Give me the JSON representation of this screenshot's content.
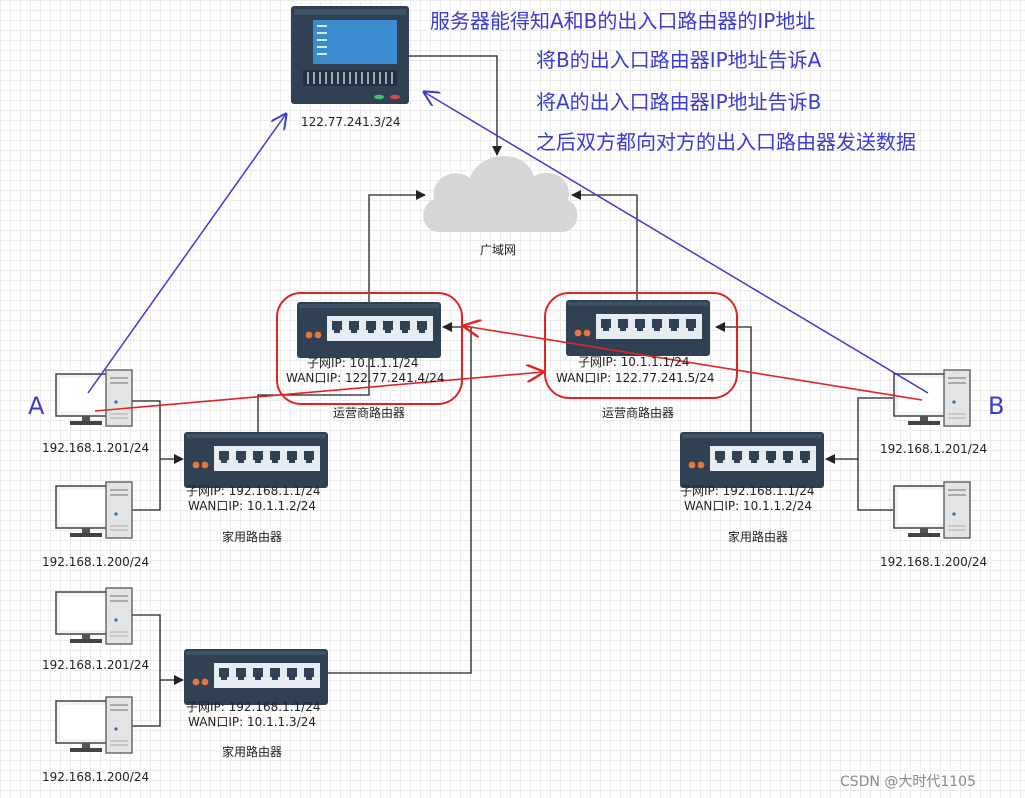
{
  "annotations": [
    "服务器能得知A和B的出入口路由器的IP地址",
    "将B的出入口路由器IP地址告诉A",
    "将A的出入口路由器IP地址告诉B",
    "之后双方都向对方的出入口路由器发送数据"
  ],
  "server": {
    "ip": "122.77.241.3/24"
  },
  "cloud": {
    "label": "广域网"
  },
  "isp_left": {
    "subnet": "子网IP:  10.1.1.1/24",
    "wan": "WAN口IP:  122.77.241.4/24",
    "label": "运营商路由器"
  },
  "isp_right": {
    "subnet": "子网IP:   10.1.1.1/24",
    "wan": "WAN口IP:  122.77.241.5/24",
    "label": "运营商路由器"
  },
  "home_left_top": {
    "subnet": "子网IP:  192.168.1.1/24",
    "wan": "WAN口IP:  10.1.1.2/24",
    "label": "家用路由器"
  },
  "home_left_bottom": {
    "subnet": "子网IP:  192.168.1.1/24",
    "wan": "WAN口IP:  10.1.1.3/24",
    "label": "家用路由器"
  },
  "home_right": {
    "subnet": "子网IP:  192.168.1.1/24",
    "wan": "WAN口IP:  10.1.1.2/24",
    "label": "家用路由器"
  },
  "pcs": {
    "a": "192.168.1.201/24",
    "left_2": "192.168.1.200/24",
    "left_3": "192.168.1.201/24",
    "left_4": "192.168.1.200/24",
    "b": "192.168.1.201/24",
    "right_2": "192.168.1.200/24"
  },
  "labels": {
    "a": "A",
    "b": "B"
  },
  "watermark": "CSDN @大时代1105",
  "colors": {
    "blue": "#3b3bd1",
    "red": "#e02424",
    "router": "#2f4153",
    "port": "#e6edf2"
  }
}
